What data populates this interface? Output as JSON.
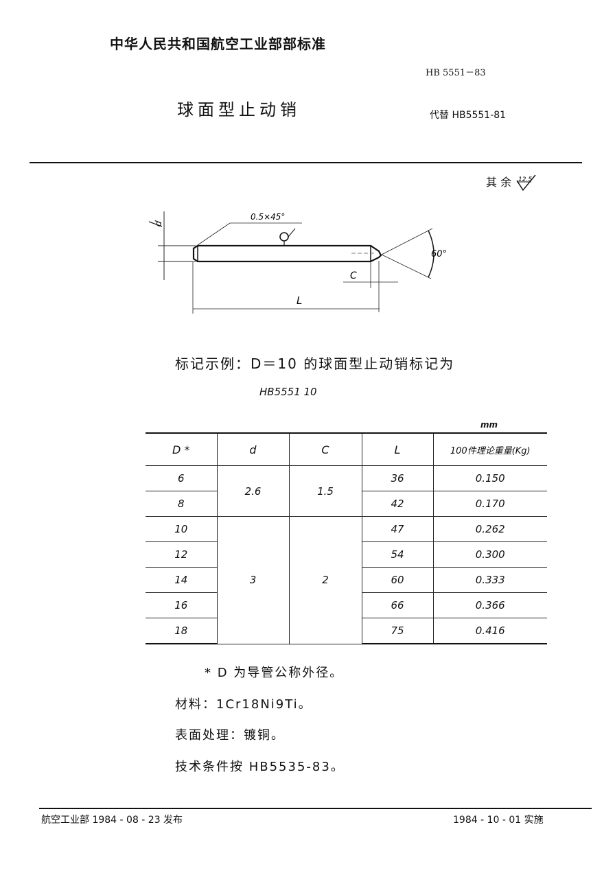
{
  "header": {
    "organization": "中华人民共和国航空工业部部标准",
    "standard_number": "HB 5551－83",
    "title": "球面型止动销",
    "replaces": "代替 HB5551-81"
  },
  "surface_roughness": {
    "label": "其 余",
    "value": "12.5"
  },
  "drawing": {
    "chamfer_label": "0.5×45°",
    "angle_label": "60°",
    "dim_d": "d",
    "dim_c": "C",
    "dim_l": "L"
  },
  "marking_example": {
    "text": "标记示例：D＝10 的球面型止动销标记为",
    "code": "HB5551 10"
  },
  "table": {
    "unit": "mm",
    "headers": [
      "D *",
      "d",
      "C",
      "L",
      "100件理论重量(Kg)"
    ],
    "groups": [
      {
        "d": "2.6",
        "c": "1.5",
        "rows": [
          {
            "D": "6",
            "L": "36",
            "weight": "0.150"
          },
          {
            "D": "8",
            "L": "42",
            "weight": "0.170"
          }
        ]
      },
      {
        "d": "3",
        "c": "2",
        "rows": [
          {
            "D": "10",
            "L": "47",
            "weight": "0.262"
          },
          {
            "D": "12",
            "L": "54",
            "weight": "0.300"
          },
          {
            "D": "14",
            "L": "60",
            "weight": "0.333"
          },
          {
            "D": "16",
            "L": "66",
            "weight": "0.366"
          },
          {
            "D": "18",
            "L": "75",
            "weight": "0.416"
          }
        ]
      }
    ]
  },
  "notes": {
    "footnote": "* D 为导管公称外径。",
    "material": "材料：1Cr18Ni9Ti。",
    "surface_treatment": "表面处理：镀铜。",
    "technical_conditions": "技术条件按 HB5535-83。"
  },
  "footer": {
    "issued": "航空工业部 1984 - 08 - 23  发布",
    "effective": "1984 - 10 - 01  实施"
  }
}
